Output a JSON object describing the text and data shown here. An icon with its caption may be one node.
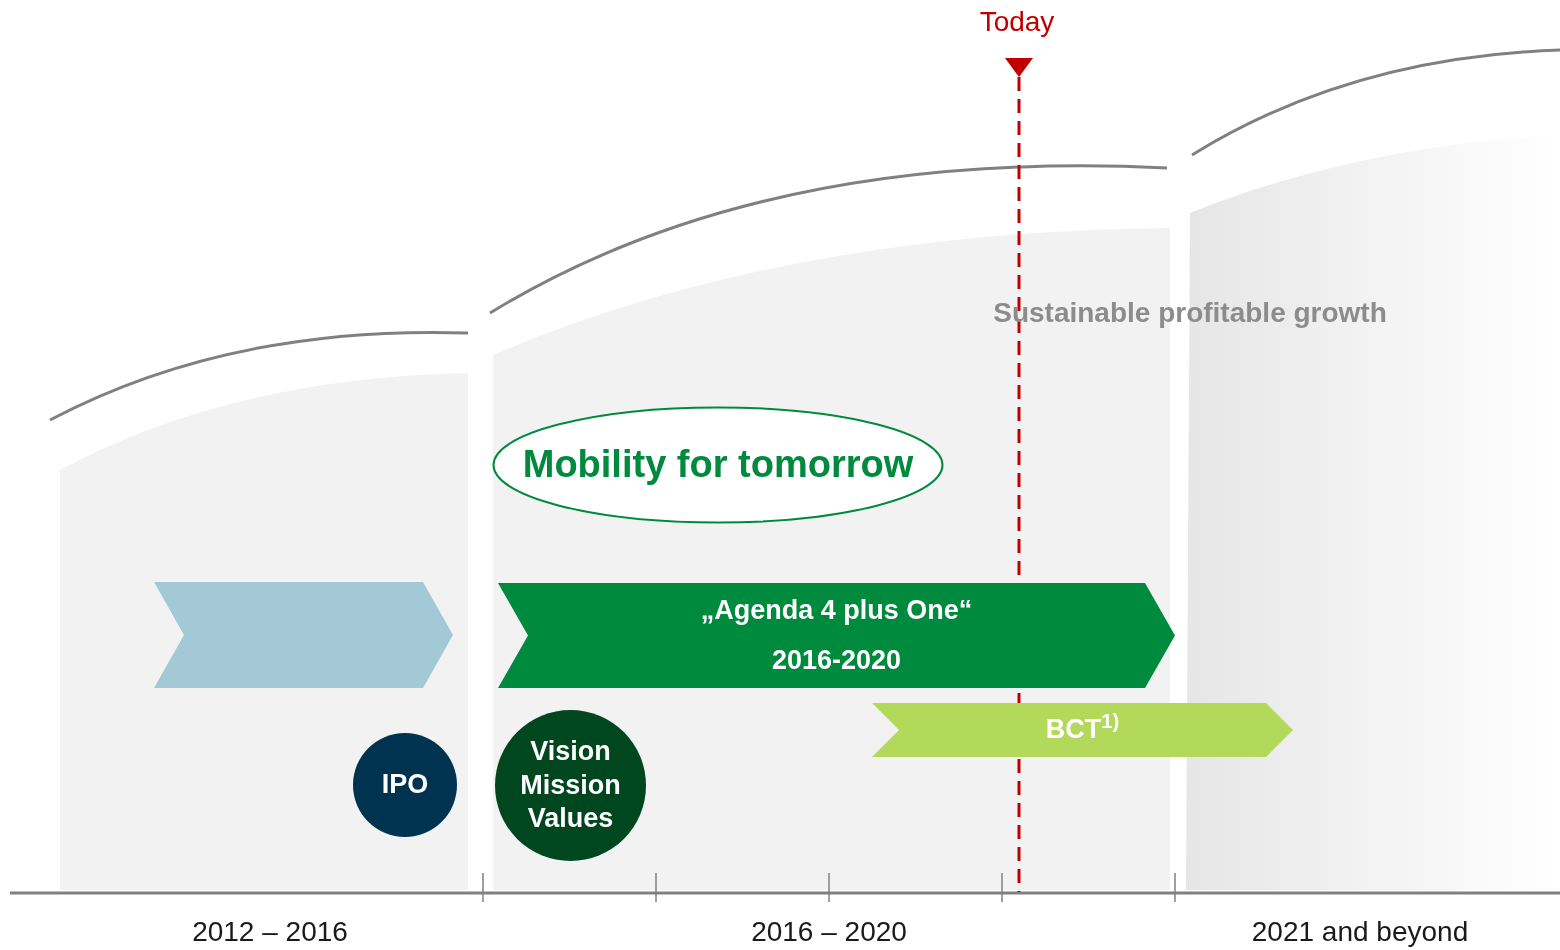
{
  "diagram": {
    "nodes": [
      {
        "text": [
          "Mobility for tomorrow"
        ]
      },
      {
        "text": [],
        "shape": "chevron"
      },
      {
        "text": [
          "„Agenda 4 plus One“",
          "2016-2020"
        ]
      },
      {
        "text": [
          "BCT$^{1)}$"
        ]
      },
      {
        "text": [
          "IPO"
        ]
      },
      {
        "text": [
          "Vision Mission Values"
        ]
      }
    ],
    "labels": [
      "Today",
      "Sustainable profitable growth",
      "2012 – 2016",
      "2016 – 2020",
      "2021 and beyond"
    ]
  }
}
